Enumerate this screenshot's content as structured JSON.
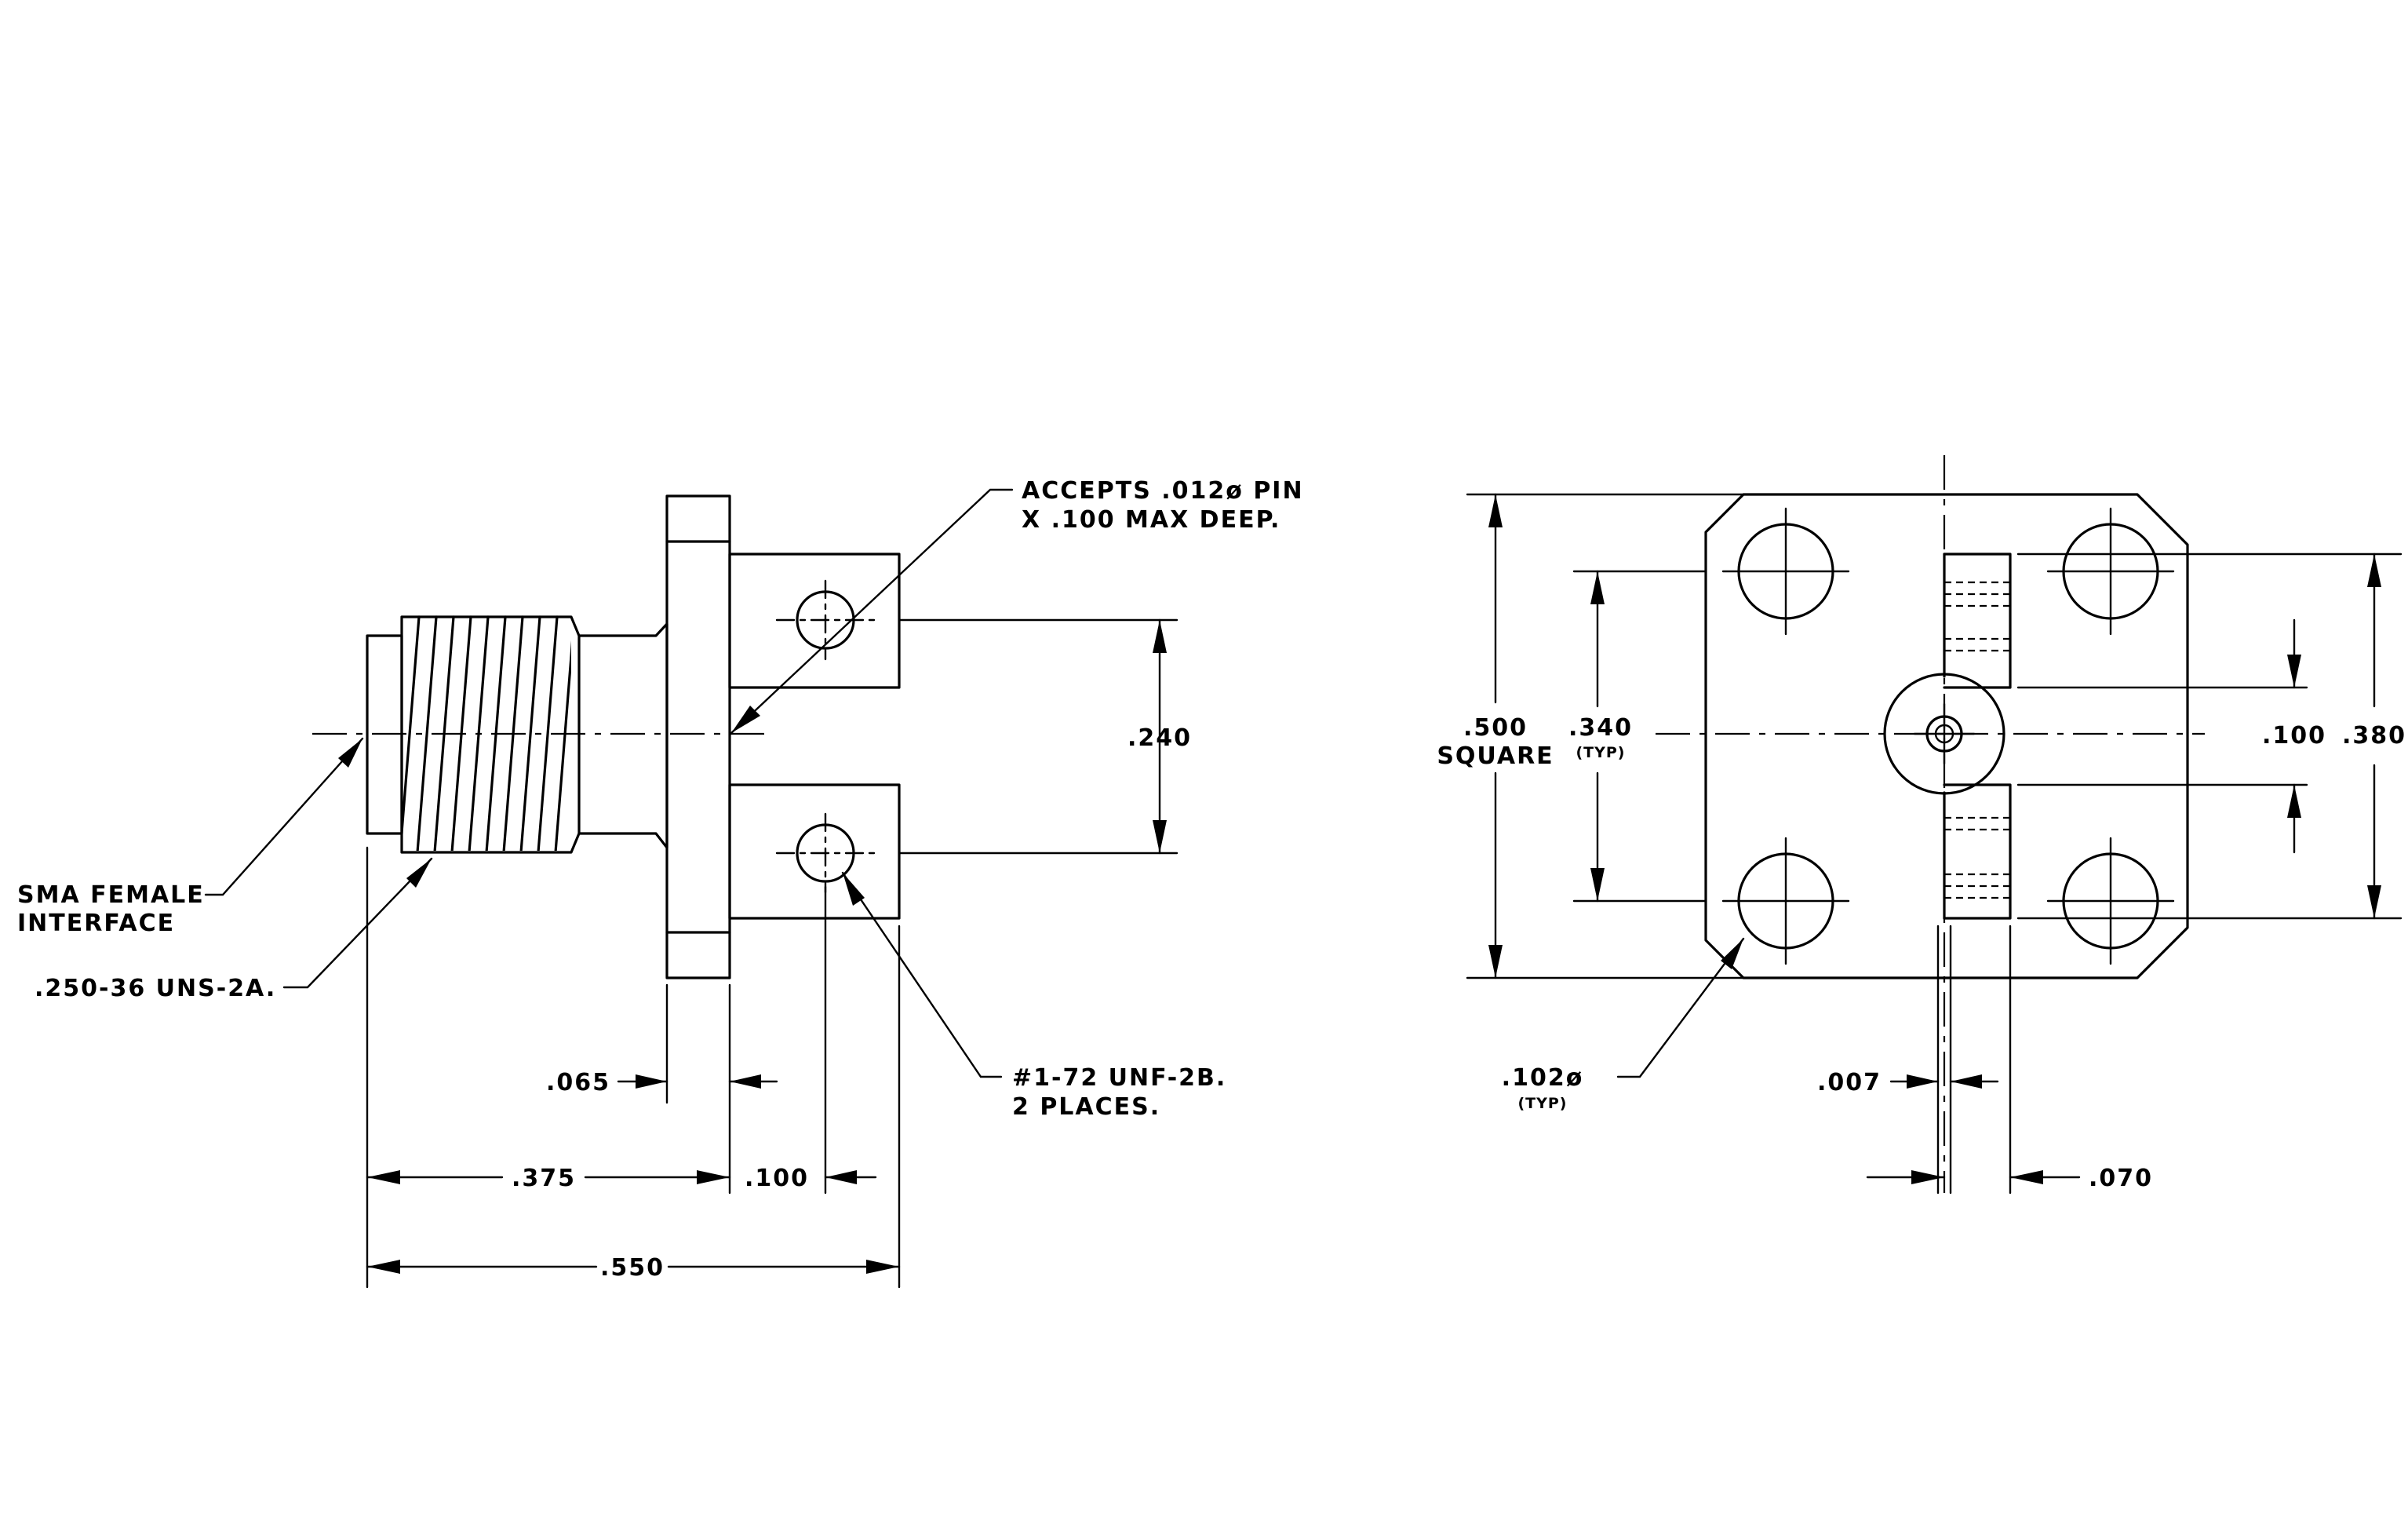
{
  "side_view": {
    "note_pin_line1": "ACCEPTS .012ø PIN",
    "note_pin_line2": "X .100 MAX DEEP.",
    "note_interface_line1": "SMA FEMALE",
    "note_interface_line2": "INTERFACE",
    "note_thread": ".250-36 UNS-2A.",
    "note_tap_line1": "#1-72 UNF-2B.",
    "note_tap_line2": "2 PLACES.",
    "dim_hole_spacing": ".240",
    "dim_flange_thickness": ".065",
    "dim_body_length": ".375",
    "dim_hole_offset": ".100",
    "dim_overall_length": ".550"
  },
  "end_view": {
    "dim_square_value": ".500",
    "dim_square_label": "SQUARE",
    "dim_hole_pitch": ".340",
    "dim_hole_pitch_typ": "(TYP)",
    "dim_slot_gap": ".100",
    "dim_tab_span": ".380",
    "dim_hole_dia": ".102ø",
    "dim_hole_dia_typ": "(TYP)",
    "dim_pin_width": ".007",
    "dim_tab_width": ".070"
  }
}
